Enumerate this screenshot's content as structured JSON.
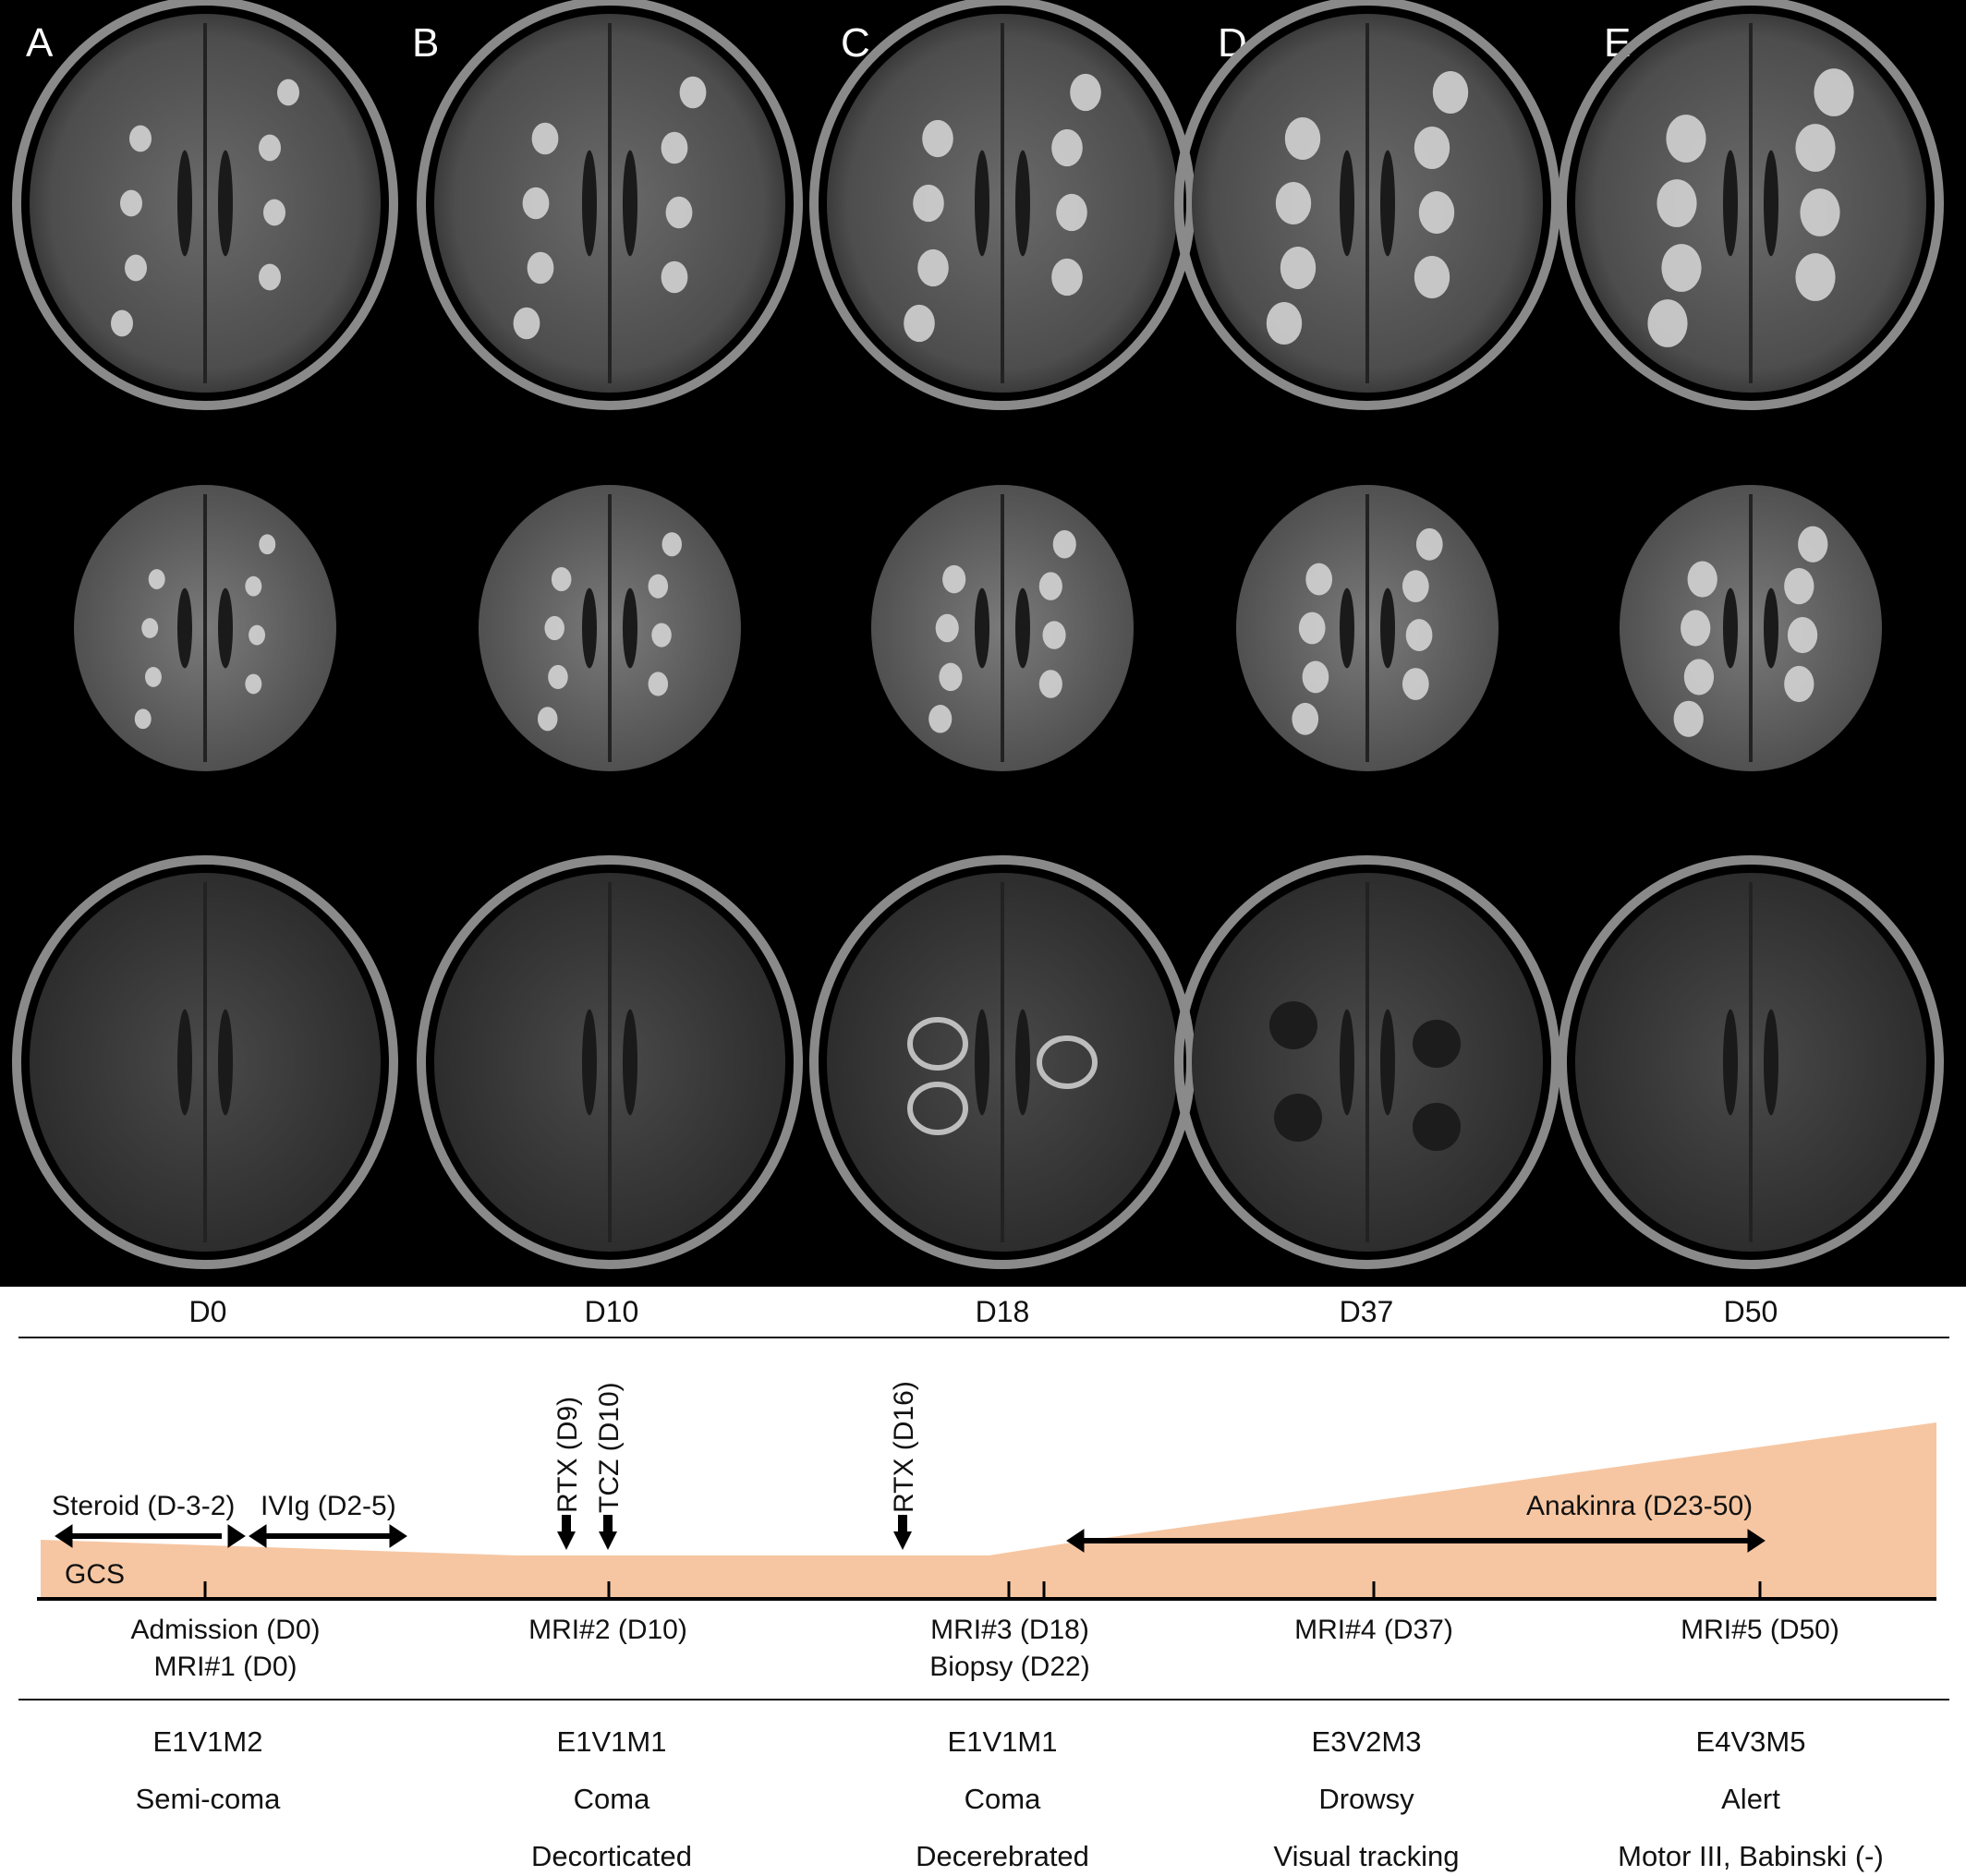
{
  "panels": [
    {
      "letter": "A",
      "day": "D0",
      "gcs": "E1V1M2",
      "status": "Semi-coma",
      "posture": ""
    },
    {
      "letter": "B",
      "day": "D10",
      "gcs": "E1V1M1",
      "status": "Coma",
      "posture": "Decorticated"
    },
    {
      "letter": "C",
      "day": "D18",
      "gcs": "E1V1M1",
      "status": "Coma",
      "posture": "Decerebrated"
    },
    {
      "letter": "D",
      "day": "D37",
      "gcs": "E3V2M3",
      "status": "Drowsy",
      "posture": "Visual tracking"
    },
    {
      "letter": "E",
      "day": "D50",
      "gcs": "E4V3M5",
      "status": "Alert",
      "posture": "Motor III, Babinski (-)"
    }
  ],
  "timeline": {
    "treatments": {
      "steroid": "Steroid  (D-3-2)",
      "ivig": "IVIg  (D2-5)",
      "rtx1": "RTX (D9)",
      "tcz": "TCZ (D10)",
      "rtx2": "RTX (D16)",
      "anakinra": "Anakinra  (D23-50)"
    },
    "gcs_label": "GCS",
    "events": {
      "admission": "Admission  (D0)",
      "mri1": "MRI#1 (D0)",
      "mri2": "MRI#2  (D10)",
      "mri3": "MRI#3  (D18)",
      "biopsy": "Biopsy  (D22)",
      "mri4": "MRI#4  (D37)",
      "mri5": "MRI#5  (D50)"
    }
  },
  "colors": {
    "gcs_fill": "#f6c6a2",
    "background": "#000000"
  }
}
